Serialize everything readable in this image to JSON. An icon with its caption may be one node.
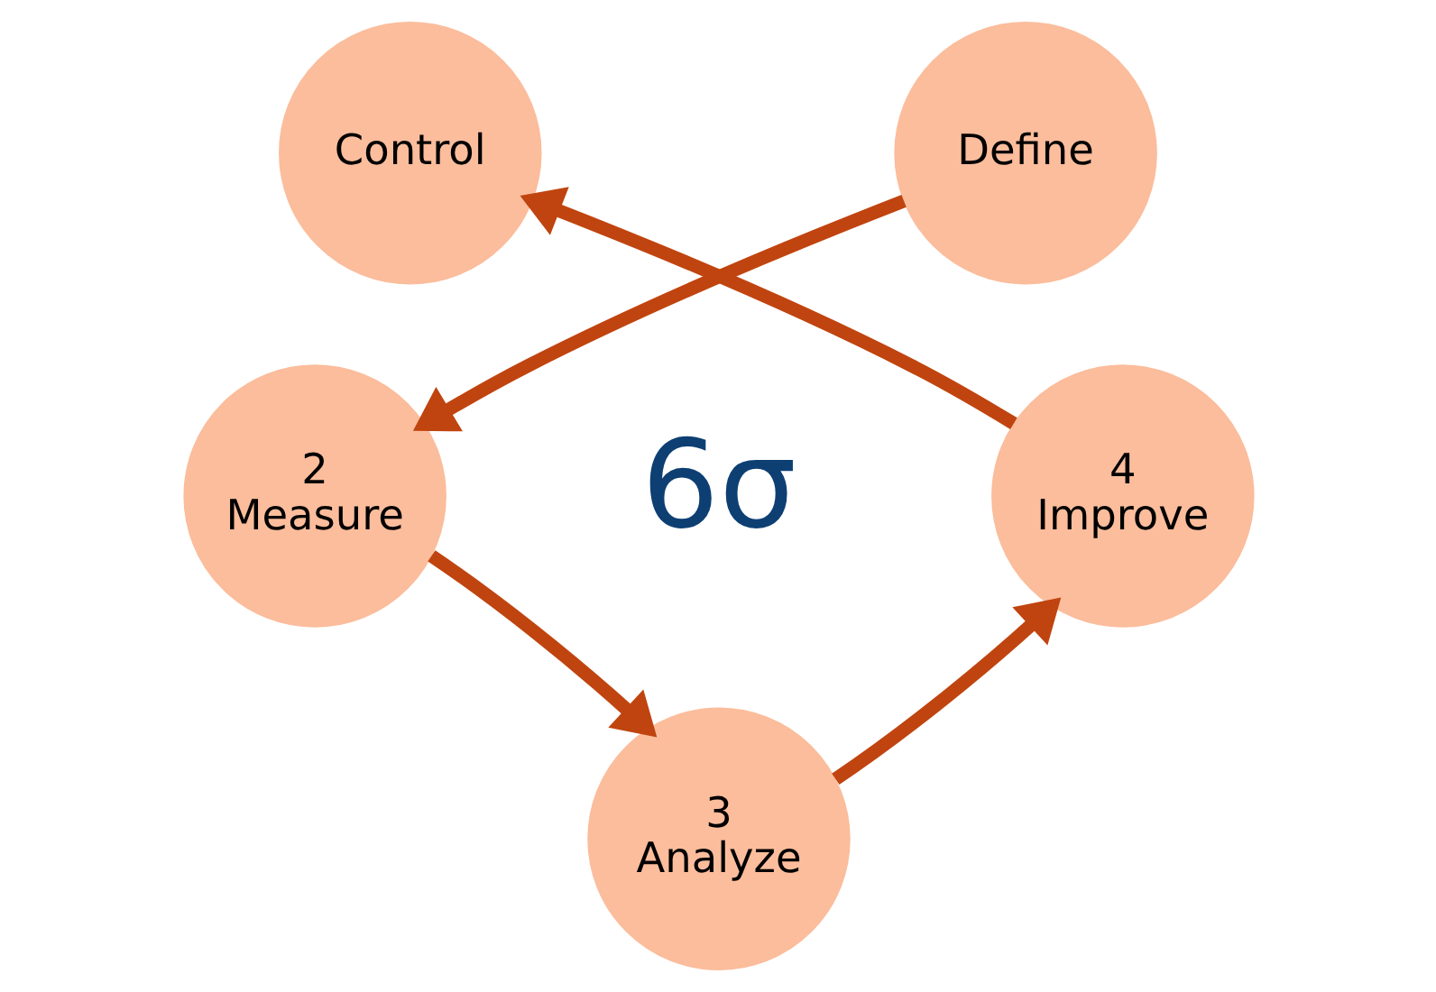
{
  "diagram": {
    "nodes": [
      {
        "text": [
          "Control"
        ]
      },
      {
        "text": [
          "Define"
        ]
      },
      {
        "text": [
          "2",
          "Measure"
        ]
      },
      {
        "text": [
          "3",
          "Analyze"
        ]
      },
      {
        "text": [
          "4",
          "Improve"
        ]
      }
    ],
    "edges": [
      {
        "from": 1,
        "to": 2,
        "arrow": "to"
      },
      {
        "from": 2,
        "to": 3,
        "arrow": "to"
      },
      {
        "from": 3,
        "to": 4,
        "arrow": "to"
      },
      {
        "from": 4,
        "to": 0,
        "arrow": "to"
      }
    ],
    "labels": [
      "6σ"
    ]
  }
}
